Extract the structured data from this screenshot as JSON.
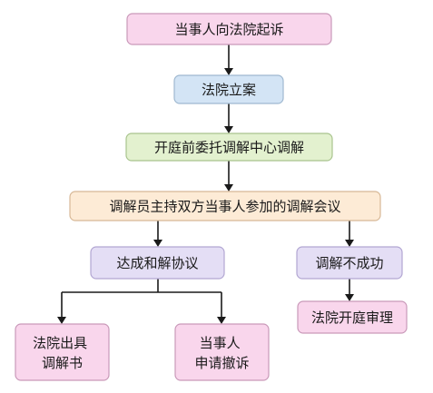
{
  "nodes": {
    "start": {
      "lines": [
        "当事人向法院起诉"
      ]
    },
    "filing": {
      "lines": [
        "法院立案"
      ]
    },
    "entrust": {
      "lines": [
        "开庭前委托调解中心调解"
      ]
    },
    "mediation": {
      "lines": [
        "调解员主持双方当事人参加的调解会议"
      ]
    },
    "agreement": {
      "lines": [
        "达成和解协议"
      ]
    },
    "failed": {
      "lines": [
        "调解不成功"
      ]
    },
    "issue": {
      "lines": [
        "法院出具",
        "调解书"
      ]
    },
    "withdraw": {
      "lines": [
        "当事人",
        "申请撤诉"
      ]
    },
    "trial": {
      "lines": [
        "法院开庭审理"
      ]
    }
  },
  "colors": {
    "pink": "#f9d6ec",
    "pink_border": "#c999b9",
    "blue": "#d3e4f5",
    "blue_border": "#9fb8d0",
    "green": "#e3f1cf",
    "green_border": "#a9c48e",
    "peach": "#fdebd6",
    "peach_border": "#d7b896",
    "purple": "#e4def5",
    "purple_border": "#b2a6d2",
    "line": "#1a1a1a"
  }
}
